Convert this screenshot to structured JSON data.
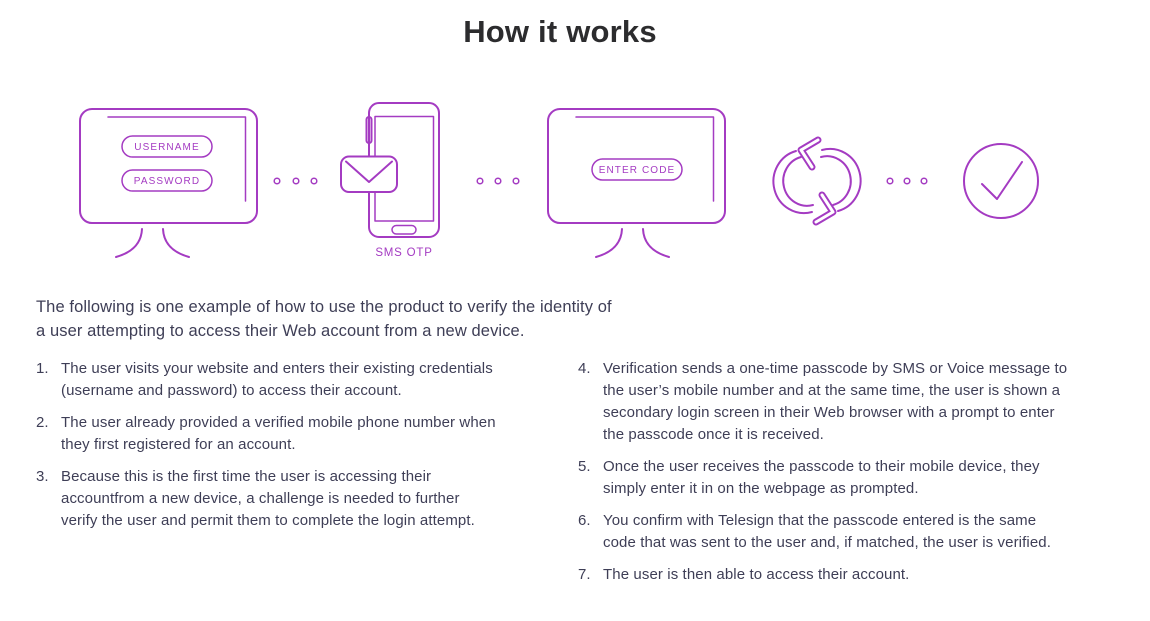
{
  "title": "How it works",
  "colors": {
    "accent_purple": "#a43bc2",
    "title_text": "#2c2c2e",
    "body_text": "#3e3e56"
  },
  "diagram": {
    "login_monitor": {
      "username_label": "USERNAME",
      "password_label": "PASSWORD"
    },
    "phone": {
      "caption": "SMS OTP"
    },
    "code_monitor": {
      "enter_code_label": "ENTER CODE"
    },
    "icons": {
      "step1": "login-monitor-icon",
      "connector": "ellipsis-dots-icon",
      "step2": "sms-phone-envelope-icon",
      "step3": "code-monitor-icon",
      "step4": "sync-arrows-icon",
      "step5": "check-circle-icon"
    }
  },
  "intro": {
    "text": "The following is one example of how to use the product to verify the identity of\na user attempting to access their Web account from a new device."
  },
  "steps_left": [
    {
      "num": "1.",
      "text": "The user visits your website and enters their existing credentials\n(username and password) to access their account."
    },
    {
      "num": "2.",
      "text": "The user already provided a verified mobile phone number when\nthey first registered for an account."
    },
    {
      "num": "3.",
      "text": "Because this is the first time the user is accessing their\naccountfrom a new device, a challenge is needed to further\nverify the user and permit them to complete the login attempt."
    }
  ],
  "steps_right": [
    {
      "num": "4.",
      "text": "Verification sends a one-time passcode by SMS or Voice message to\nthe user’s mobile number and at the same time, the user is shown a\nsecondary login screen in their Web browser with a prompt to enter\nthe passcode once it is received."
    },
    {
      "num": "5.",
      "text": "Once the user receives the passcode to their mobile device, they\nsimply enter it in on the webpage as prompted."
    },
    {
      "num": "6.",
      "text": "You confirm with Telesign that the passcode entered is the same\ncode that was sent to the user and, if matched, the user is verified."
    },
    {
      "num": "7.",
      "text": "The user is then able to access their account."
    }
  ]
}
